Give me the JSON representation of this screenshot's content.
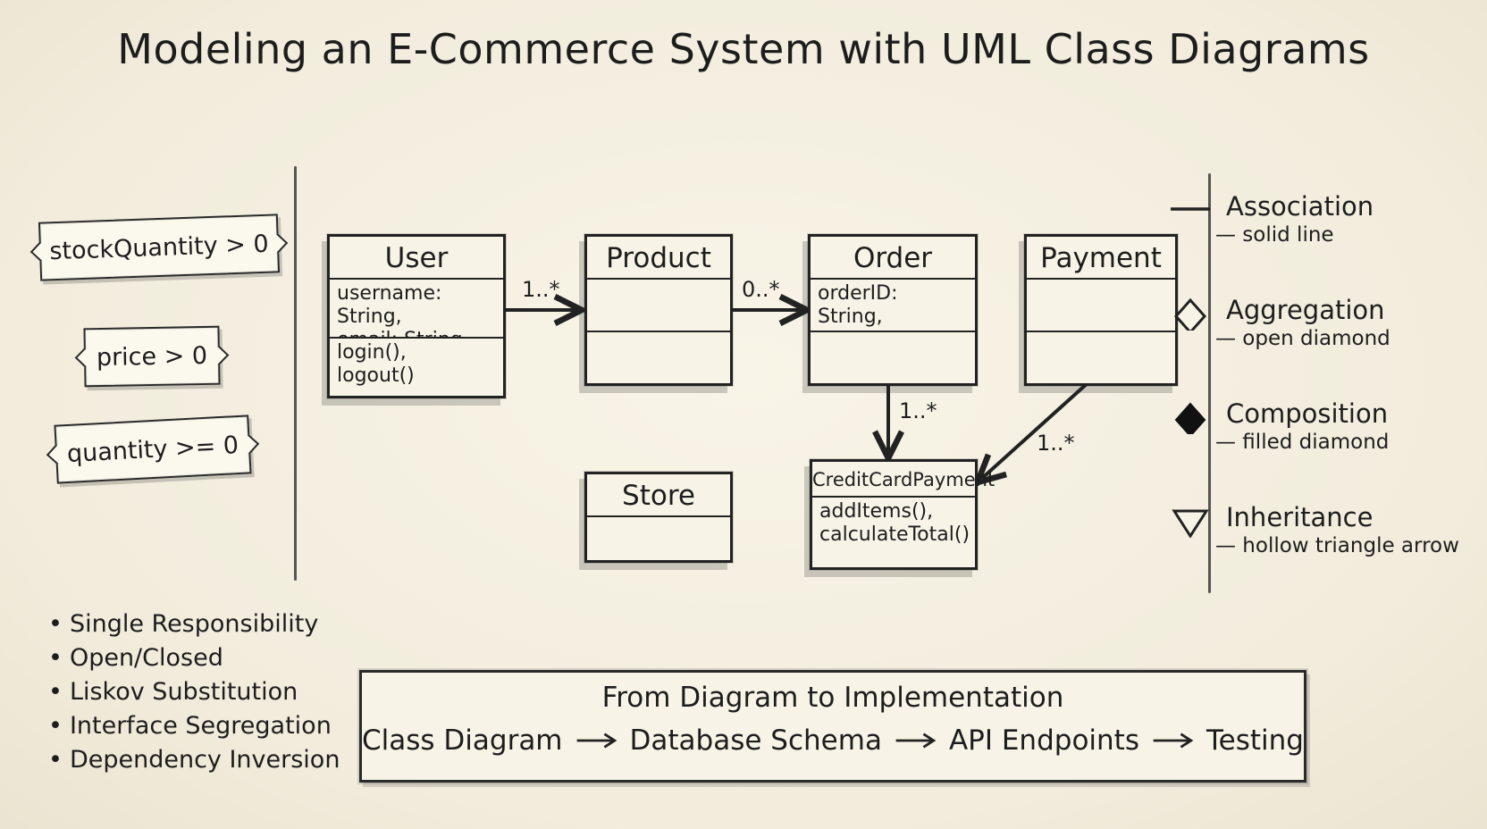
{
  "title": "Modeling an E-Commerce System with UML Class Diagrams",
  "constraints": [
    "stockQuantity > 0",
    "price > 0",
    "quantity >= 0"
  ],
  "principles": [
    "Single Responsibility",
    "Open/Closed",
    "Liskov Substitution",
    "Interface Segregation",
    "Dependency Inversion"
  ],
  "classes": {
    "user": {
      "name": "User",
      "attributes": "username: String,\nemail: String",
      "methods": "login(),\nlogout()"
    },
    "product": {
      "name": "Product",
      "attributes": "",
      "methods": ""
    },
    "order": {
      "name": "Order",
      "attributes": "orderID: String,\ndate: Date",
      "methods": ""
    },
    "payment": {
      "name": "Payment",
      "attributes": "",
      "methods": ""
    },
    "store": {
      "name": "Store",
      "attributes": ""
    },
    "credit_card_payment": {
      "name": "CreditCardPayment",
      "methods": "addItems(),\ncalculateTotal()"
    }
  },
  "multiplicities": {
    "user_product": "1..*",
    "product_order": "0..*",
    "order_credit": "1..*",
    "payment_credit": "1..*"
  },
  "legend": [
    {
      "title": "Association",
      "desc": "— solid line",
      "symbol": "line-icon"
    },
    {
      "title": "Aggregation",
      "desc": "— open diamond",
      "symbol": "open-diamond-icon"
    },
    {
      "title": "Composition",
      "desc": "— filled diamond",
      "symbol": "filled-diamond-icon"
    },
    {
      "title": "Inheritance",
      "desc": "— hollow triangle arrow",
      "symbol": "hollow-triangle-icon"
    }
  ],
  "implementation": {
    "title": "From Diagram to Implementation",
    "steps": [
      "Class Diagram",
      "Database Schema",
      "API Endpoints",
      "Testing"
    ]
  }
}
